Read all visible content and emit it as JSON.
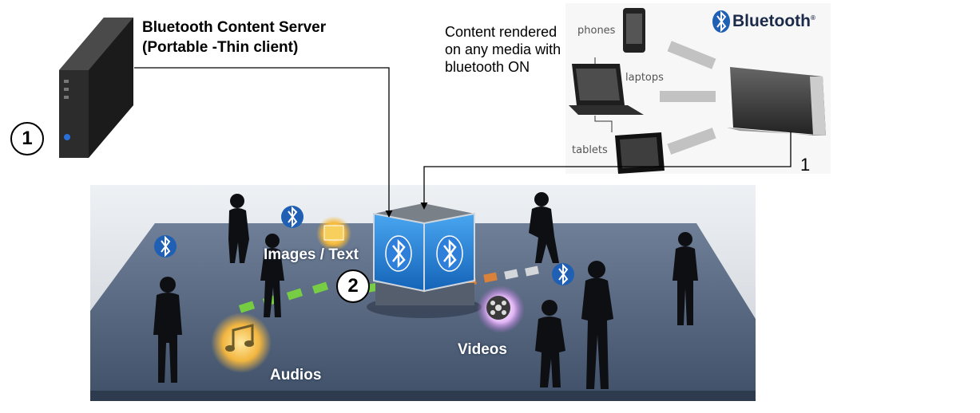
{
  "server": {
    "title_line1": "Bluetooth Content Server",
    "title_line2": "(Portable -Thin client)",
    "marker": "1"
  },
  "devices": {
    "note_line1": "Content rendered",
    "note_line2": "on any media with",
    "note_line3": "bluetooth ON",
    "phones": "phones",
    "laptops": "laptops",
    "tablets": "tablets",
    "marker": "1",
    "bluetooth_logo": "Bluetooth",
    "bluetooth_reg": "®"
  },
  "scene": {
    "marker": "2",
    "images_text": "Images / Text",
    "audios": "Audios",
    "videos": "Videos"
  },
  "colors": {
    "bluetooth_blue": "#1f5fb4",
    "floor": "#5b6d86",
    "stripe_green": "#7ad83c",
    "stripe_orange": "#f0852e",
    "stripe_purple": "#b36bd6"
  }
}
